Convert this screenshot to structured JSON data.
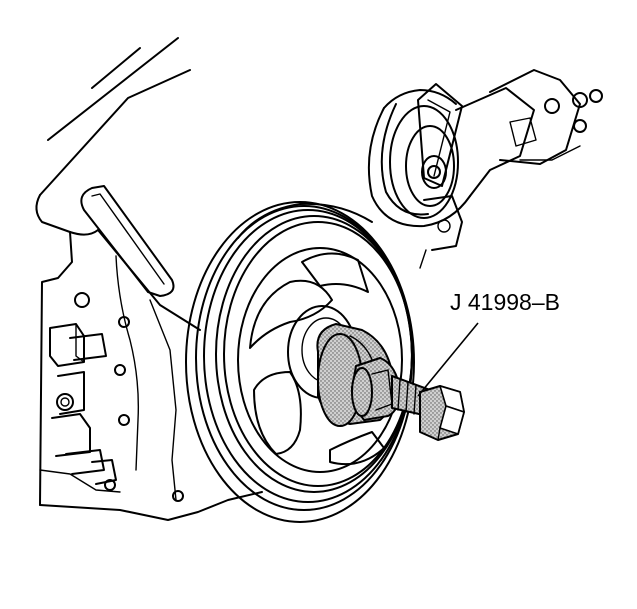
{
  "callout": {
    "tool_label": "J 41998–B"
  },
  "colors": {
    "line": "#000000",
    "background": "#ffffff",
    "tool_fill": "#b8b8b8"
  },
  "parts": [
    "engine-block",
    "idler-pulley",
    "crankshaft-balancer-pulley",
    "installer-tool",
    "hex-bolt-head"
  ]
}
